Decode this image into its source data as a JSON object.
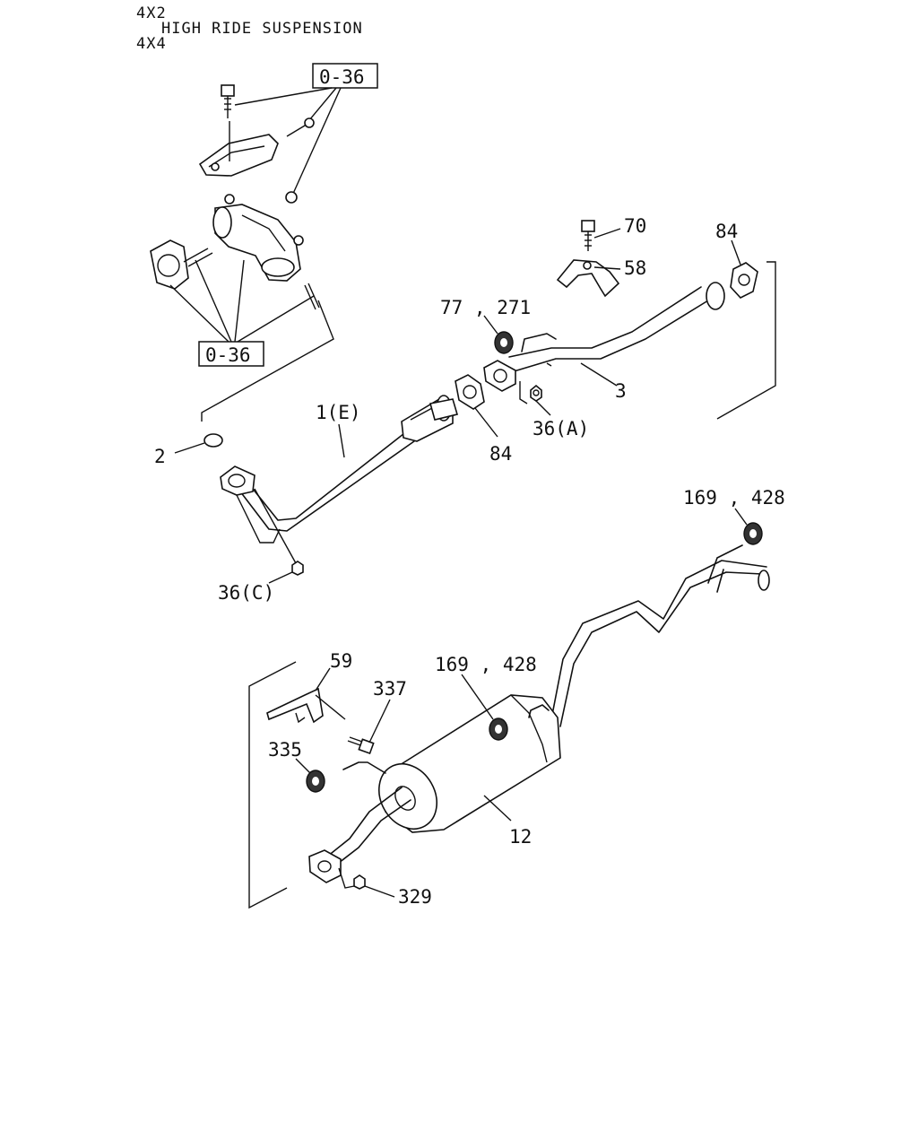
{
  "header": {
    "line1": "4X2",
    "line2": "HIGH RIDE SUSPENSION",
    "line3": "4X4"
  },
  "refs": {
    "top": "0-36",
    "bottom": "0-36"
  },
  "callouts": {
    "p70": "70",
    "p84_top": "84",
    "p58": "58",
    "p77_271": "77 , 271",
    "p3": "3",
    "p1e": "1(E)",
    "p84_mid": "84",
    "p36a": "36(A)",
    "p2": "2",
    "p36c": "36(C)",
    "p169_428_top": "169 , 428",
    "p59": "59",
    "p337": "337",
    "p169_428_mid": "169 , 428",
    "p335": "335",
    "p12": "12",
    "p329": "329"
  }
}
